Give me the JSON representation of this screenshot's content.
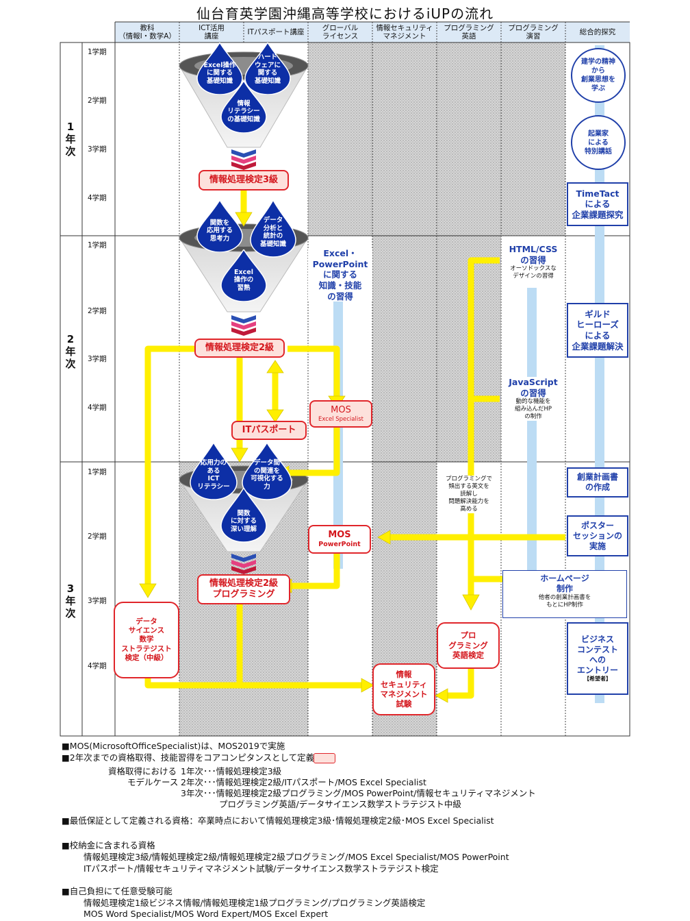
{
  "title": "仙台育英学園沖縄高等学校におけるiUPの流れ",
  "headers": [
    "教科\n（情報Ⅰ・数学A）",
    "ICT活用\n講座",
    "ITパスポート講座",
    "グローバル\nライセンス",
    "情報セキュリティ\nマネジメント",
    "プログラミング\n英語",
    "プログラミング\n演習",
    "総合的探究"
  ],
  "years": [
    "1\n年\n次",
    "2\n年\n次",
    "3\n年\n次"
  ],
  "terms": [
    "1学期",
    "2学期",
    "3学期",
    "4学期"
  ],
  "funnel1": {
    "drops": [
      "Excel操作\nに関する\n基礎知識",
      "ハード\nウェアに\n関する\n基礎知識",
      "情報\nリテラシー\nの基礎知識"
    ]
  },
  "funnel2": {
    "drops": [
      "関数を\n応用する\n思考力",
      "データ\n分析と\n統計の\n基礎知識",
      "Excel\n操作の\n習熟"
    ]
  },
  "funnel3": {
    "drops": [
      "応用力の\nある\nICT\nリテラシー",
      "データ間\nの関連を\n可視化する\n力",
      "関数\nに対する\n深い理解"
    ]
  },
  "certs": {
    "joho3": "情報処理検定3級",
    "joho2": "情報処理検定2級",
    "itpass": "ITパスポート",
    "mos_excel_title": "MOS",
    "mos_excel_sub": "Excel Specialist",
    "mos_pp_title": "MOS",
    "mos_pp_sub": "PowerPoint",
    "joho2prog": "情報処理検定2級\nプログラミング",
    "datasci": "データ\nサイエンス\n数学\nストラテジスト\n検定（中級）",
    "prog_eng": "プロ\nグラミング\n英語検定",
    "secmgmt": "情報\nセキュリティ\nマネジメント\n試験"
  },
  "global": {
    "text": "Excel・\nPowerPoint\nに関する\n知識・技能\nの習得"
  },
  "progeng_note": "プログラミングで\n頻出する英文を\n読解し\n問題解決能力を\n高める",
  "progex": {
    "html_title": "HTML/CSS\nの習得",
    "html_sub": "オーソドックスな\nデザインの習得",
    "js_title": "JavaScript\nの習得",
    "js_sub": "動的な機能を\n組み込んだHP\nの制作",
    "hp_title": "ホームページ\n制作",
    "hp_sub": "他者の創業計画書を\nもとにHP制作"
  },
  "inquiry": {
    "c1": "建学の精神\nから\n創業思想を\n学ぶ",
    "c2": "起業家\nによる\n特別講話",
    "b1": "TimeTact\nによる\n企業課題探究",
    "b2": "ギルド\nヒーローズ\nによる\n企業課題解決",
    "b3": "創業計画書\nの作成",
    "b4": "ポスター\nセッションの\n実施",
    "b5": "ビジネス\nコンテスト\nへの\nエントリー",
    "b5_note": "【希望者】"
  },
  "notes": {
    "n1": "■MOS(MicrosoftOfficeSpecialist)は、MOS2019で実施",
    "n2": "■2年次までの資格取得、技能習得をコアコンピタンスとして定義",
    "model_label1": "資格取得における",
    "model_label2": "モデルケース",
    "model_y1": "1年次･･･情報処理検定3級",
    "model_y2": "2年次･･･情報処理検定2級/ITパスポート/MOS Excel Specialist",
    "model_y3a": "3年次･･･情報処理検定2級プログラミング/MOS PowerPoint/情報セキュリティマネジメント",
    "model_y3b": "プログラミング英語/データサイエンス数学ストラテジスト中級",
    "n3": "■最低保証として定義される資格：卒業時点において情報処理検定3級･情報処理検定2級･MOS Excel Specialist",
    "n4": "■校納金に含まれる資格",
    "n4a": "情報処理検定3級/情報処理検定2級/情報処理検定2級プログラミング/MOS Excel Specialist/MOS PowerPoint",
    "n4b": "ITパスポート/情報セキュリティマネジメント試験/データサイエンス数学ストラテジスト検定",
    "n5": "■自己負担にて任意受験可能",
    "n5a": "情報処理検定1級ビジネス情報/情報処理検定1級プログラミング/プログラミング英語検定",
    "n5b": "MOS Word Specialist/MOS Word Expert/MOS Excel Expert"
  },
  "colors": {
    "arrow": "#ffef00",
    "arrow_edge": "#d9c800",
    "red": "#e0252a",
    "blue": "#1f3fa9",
    "drop": "#0d2fa6",
    "header_bg": "#dce9f6"
  }
}
